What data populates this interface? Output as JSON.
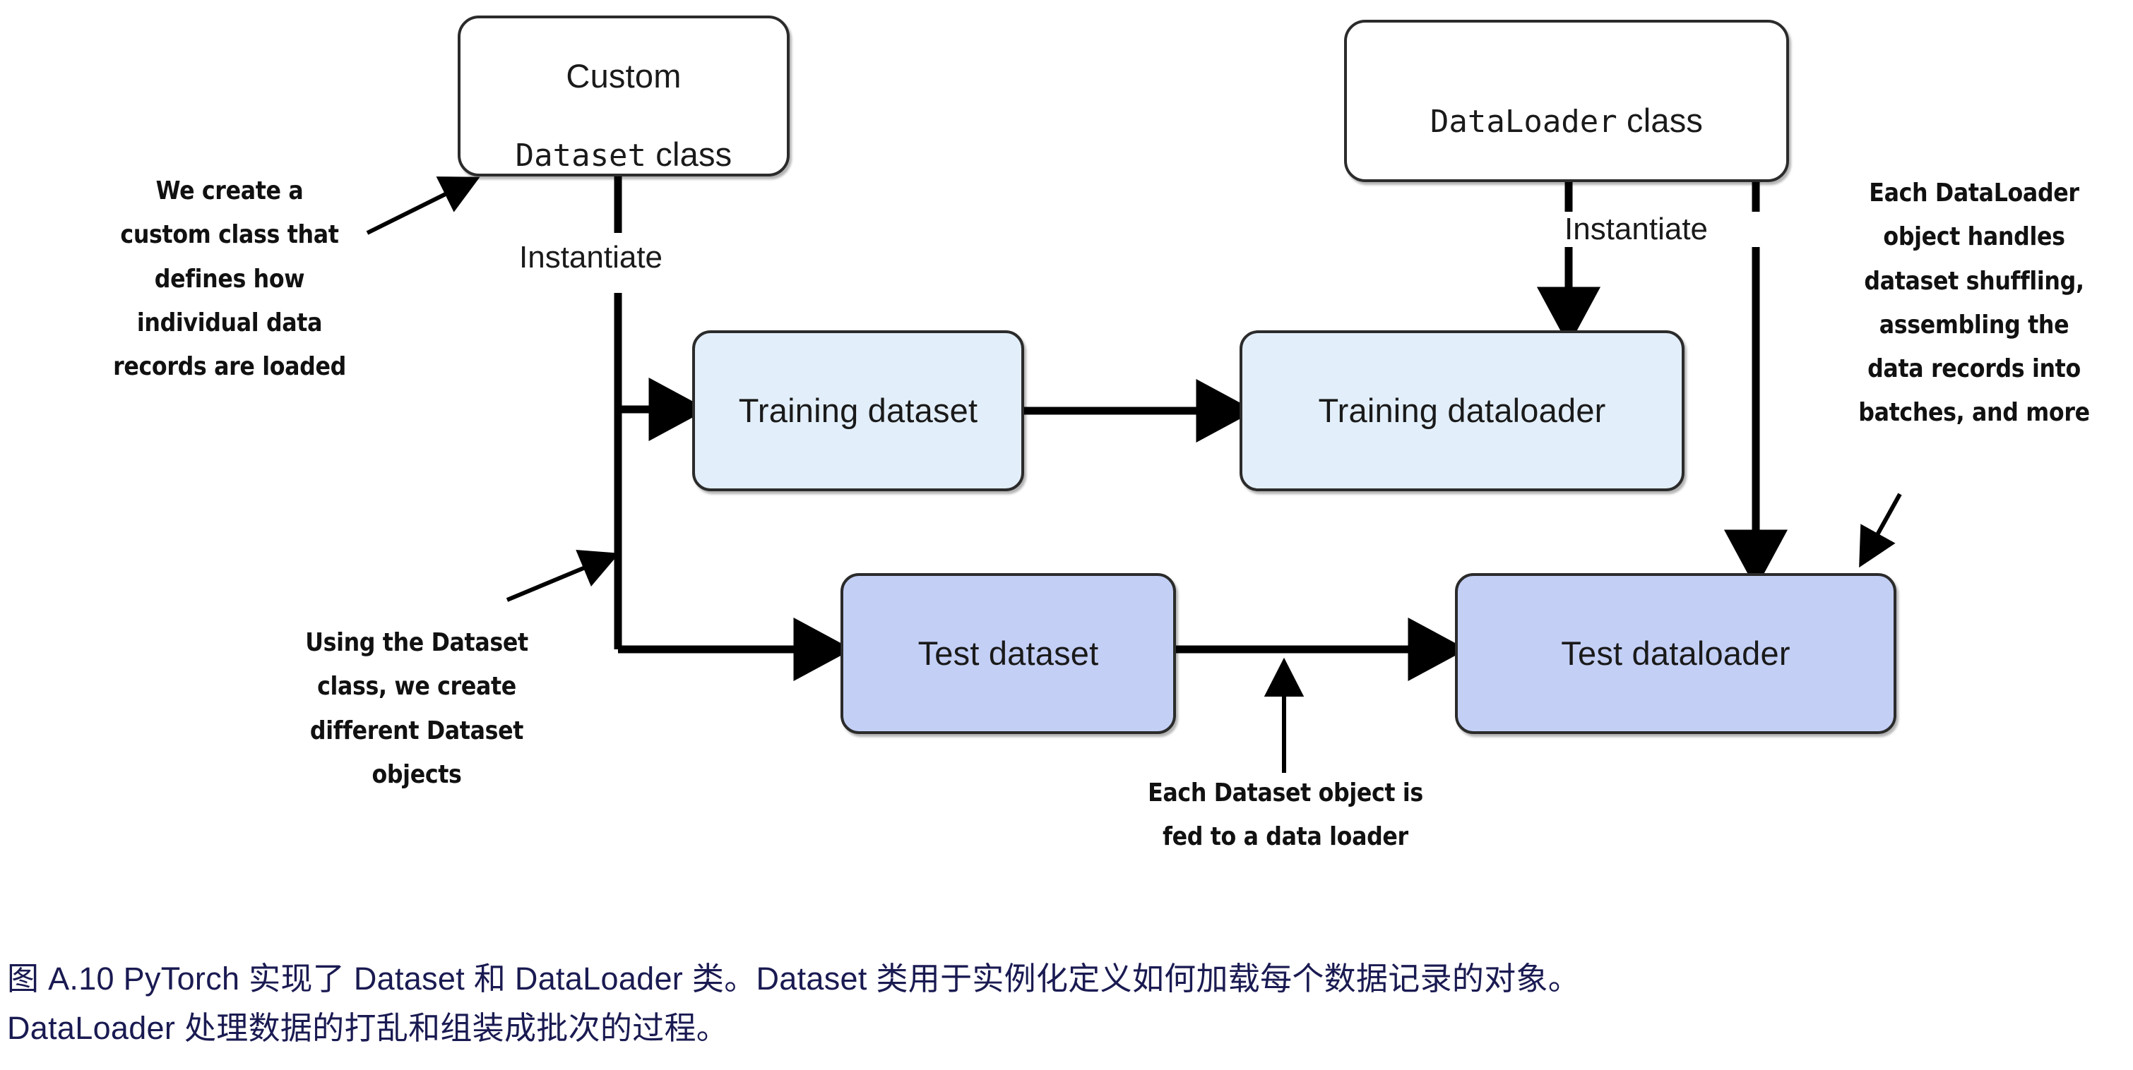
{
  "figure": {
    "nodes": {
      "custom_dataset_class": {
        "line1": "Custom",
        "line2": "Dataset",
        "line3": " class"
      },
      "dataloader_class": {
        "line1": "DataLoader",
        "line2": " class"
      },
      "training_dataset": "Training dataset",
      "training_dataloader": "Training dataloader",
      "test_dataset": "Test dataset",
      "test_dataloader": "Test dataloader"
    },
    "edge_labels": {
      "instantiate_left": "Instantiate",
      "instantiate_right": "Instantiate"
    },
    "annotations": {
      "left_top": "We create a\ncustom class that\ndefines how\nindividual data\nrecords are loaded",
      "left_bottom": "Using the Dataset\nclass, we create\ndifferent Dataset\nobjects",
      "right": "Each DataLoader\nobject handles\ndataset shuffling,\nassembling the\ndata records into\nbatches, and more",
      "bottom_center": "Each Dataset object is\nfed to a data loader"
    },
    "colors": {
      "box_stroke": "#2b2b2b",
      "light_blue_fill": "#e2eef9",
      "medium_blue_fill": "#c3cff5",
      "white_fill": "#ffffff",
      "arrow": "#000000",
      "caption_text": "#1a1a52"
    }
  },
  "caption": {
    "line1": "图 A.10 PyTorch 实现了 Dataset 和 DataLoader 类。Dataset 类用于实例化定义如何加载每个数据记录的对象。",
    "line2": "DataLoader 处理数据的打乱和组装成批次的过程。"
  }
}
